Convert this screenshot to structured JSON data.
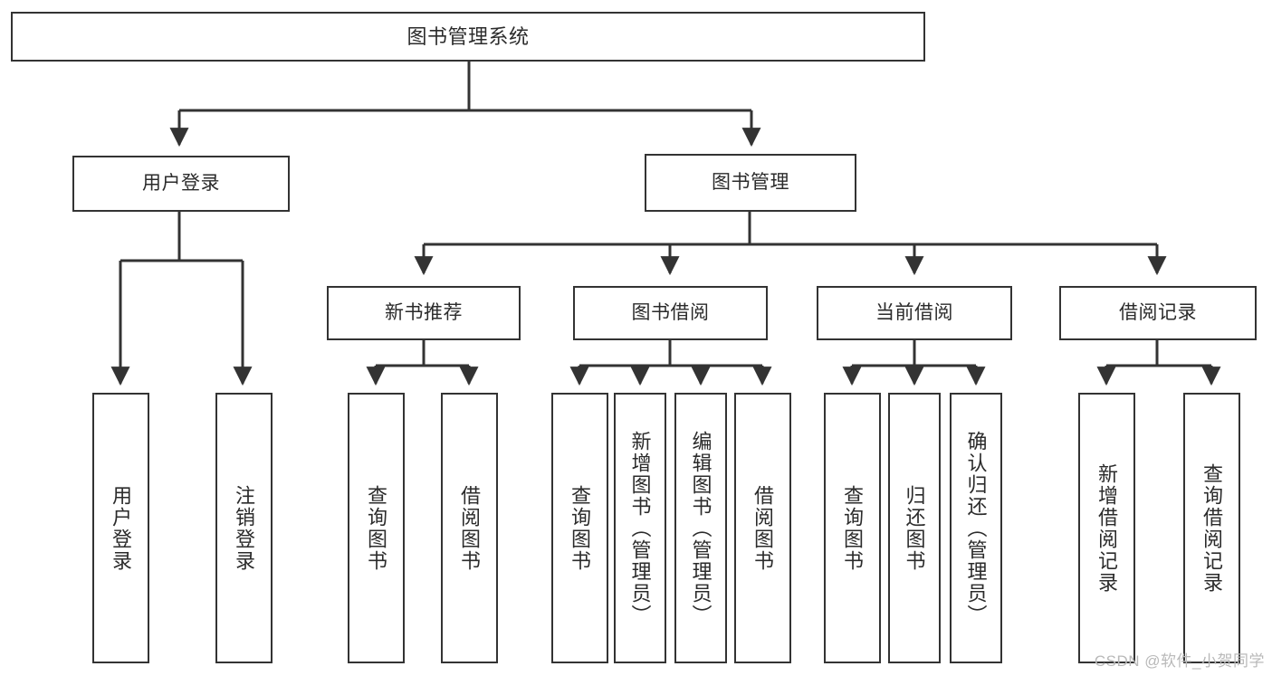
{
  "diagram": {
    "title": "图书管理系统",
    "type": "functional-structure-tree",
    "root": {
      "label": "图书管理系统"
    },
    "level2": [
      {
        "label": "用户登录"
      },
      {
        "label": "图书管理"
      }
    ],
    "level3": [
      {
        "label": "新书推荐"
      },
      {
        "label": "图书借阅"
      },
      {
        "label": "当前借阅"
      },
      {
        "label": "借阅记录"
      }
    ],
    "leaves": {
      "user_login": [
        {
          "label": "用户登录"
        },
        {
          "label": "注销登录"
        }
      ],
      "new_book_recommend": [
        {
          "label": "查询图书"
        },
        {
          "label": "借阅图书"
        }
      ],
      "book_borrow": [
        {
          "label": "查询图书"
        },
        {
          "label": "新增图书（管理员）"
        },
        {
          "label": "编辑图书（管理员）"
        },
        {
          "label": "借阅图书"
        }
      ],
      "current_borrow": [
        {
          "label": "查询图书"
        },
        {
          "label": "归还图书"
        },
        {
          "label": "确认归还（管理员）"
        }
      ],
      "borrow_record": [
        {
          "label": "新增借阅记录"
        },
        {
          "label": "查询借阅记录"
        }
      ]
    }
  },
  "watermark": {
    "text": "CSDN @软件_小贺同学"
  },
  "colors": {
    "box_border": "#333333",
    "box_fill": "#ffffff",
    "text": "#2b2b2b",
    "connector": "#333333",
    "watermark": "#b9b9b9",
    "background": "#ffffff"
  }
}
